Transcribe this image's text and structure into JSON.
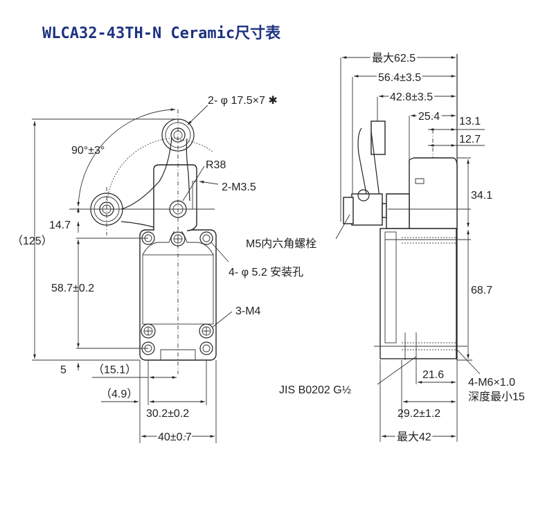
{
  "title": "WLCA32-43TH-N Ceramic尺寸表",
  "colors": {
    "title": "#1e3380",
    "line": "#222222",
    "background": "#ffffff"
  },
  "front_view": {
    "roller_note": "2- φ 17.5×7 ✱",
    "angle": "90°±3°",
    "radius": "R38",
    "screws_m35": "2-M3.5",
    "offset_14_7": "14.7",
    "overall_height": "（125）",
    "mount_holes": "4- φ 5.2 安装孔",
    "hole_pitch_v": "58.7±0.2",
    "cover_screws": "3-M4",
    "bottom_offset": "5",
    "center_offset": "（15.1）",
    "edge_offset": "（4.9）",
    "hole_pitch_h": "30.2±0.2",
    "body_width": "40±0.7"
  },
  "side_view": {
    "max_length": "最大62.5",
    "lever_range": "56.4±3.5",
    "lever_min": "42.8±3.5",
    "head_offset": "25.4",
    "dim_13_1": "13.1",
    "dim_12_7": "12.7",
    "head_height": "34.1",
    "hex_bolt": "M5内六角螺栓",
    "body_height": "68.7",
    "conduit": "JIS B0202 G½",
    "thread_holes_line1": "4-M6×1.0",
    "thread_holes_line2": "深度最小15",
    "dim_21_6": "21.6",
    "depth_tol": "29.2±1.2",
    "max_depth": "最大42"
  }
}
